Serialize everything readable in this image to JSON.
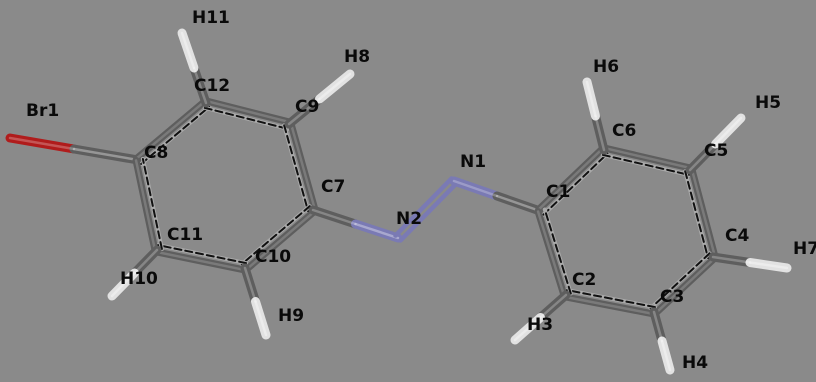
{
  "colors": {
    "background": "#8a8a8a",
    "carbon": "#5e5e5e",
    "hydrogen": "#e2e2e2",
    "nitrogen": "#7a7ab4",
    "bromine": "#b01c1c",
    "aromatic_dash": "#111111"
  },
  "molecule": {
    "atoms": [
      {
        "id": "Br1",
        "element": "Br"
      },
      {
        "id": "C8",
        "element": "C"
      },
      {
        "id": "C12",
        "element": "C"
      },
      {
        "id": "C9",
        "element": "C"
      },
      {
        "id": "C7",
        "element": "C"
      },
      {
        "id": "C10",
        "element": "C"
      },
      {
        "id": "C11",
        "element": "C"
      },
      {
        "id": "H11",
        "element": "H"
      },
      {
        "id": "H8",
        "element": "H"
      },
      {
        "id": "H9",
        "element": "H"
      },
      {
        "id": "H10",
        "element": "H"
      },
      {
        "id": "N2",
        "element": "N"
      },
      {
        "id": "N1",
        "element": "N"
      },
      {
        "id": "C1",
        "element": "C"
      },
      {
        "id": "C6",
        "element": "C"
      },
      {
        "id": "C5",
        "element": "C"
      },
      {
        "id": "C4",
        "element": "C"
      },
      {
        "id": "C3",
        "element": "C"
      },
      {
        "id": "C2",
        "element": "C"
      },
      {
        "id": "H6",
        "element": "H"
      },
      {
        "id": "H5",
        "element": "H"
      },
      {
        "id": "H7",
        "element": "H"
      },
      {
        "id": "H4",
        "element": "H"
      },
      {
        "id": "H3",
        "element": "H"
      }
    ],
    "bonds": [
      {
        "a": "Br1",
        "b": "C8",
        "order": 1
      },
      {
        "a": "C8",
        "b": "C12",
        "order": "aromatic"
      },
      {
        "a": "C12",
        "b": "C9",
        "order": "aromatic"
      },
      {
        "a": "C9",
        "b": "C7",
        "order": "aromatic"
      },
      {
        "a": "C7",
        "b": "C10",
        "order": "aromatic"
      },
      {
        "a": "C10",
        "b": "C11",
        "order": "aromatic"
      },
      {
        "a": "C11",
        "b": "C8",
        "order": "aromatic"
      },
      {
        "a": "C12",
        "b": "H11",
        "order": 1
      },
      {
        "a": "C9",
        "b": "H8",
        "order": 1
      },
      {
        "a": "C10",
        "b": "H9",
        "order": 1
      },
      {
        "a": "C11",
        "b": "H10",
        "order": 1
      },
      {
        "a": "C7",
        "b": "N2",
        "order": 1
      },
      {
        "a": "N2",
        "b": "N1",
        "order": 2
      },
      {
        "a": "N1",
        "b": "C1",
        "order": 1
      },
      {
        "a": "C1",
        "b": "C6",
        "order": "aromatic"
      },
      {
        "a": "C6",
        "b": "C5",
        "order": "aromatic"
      },
      {
        "a": "C5",
        "b": "C4",
        "order": "aromatic"
      },
      {
        "a": "C4",
        "b": "C3",
        "order": "aromatic"
      },
      {
        "a": "C3",
        "b": "C2",
        "order": "aromatic"
      },
      {
        "a": "C2",
        "b": "C1",
        "order": "aromatic"
      },
      {
        "a": "C6",
        "b": "H6",
        "order": 1
      },
      {
        "a": "C5",
        "b": "H5",
        "order": 1
      },
      {
        "a": "C4",
        "b": "H7",
        "order": 1
      },
      {
        "a": "C3",
        "b": "H4",
        "order": 1
      },
      {
        "a": "C2",
        "b": "H3",
        "order": 1
      }
    ]
  }
}
